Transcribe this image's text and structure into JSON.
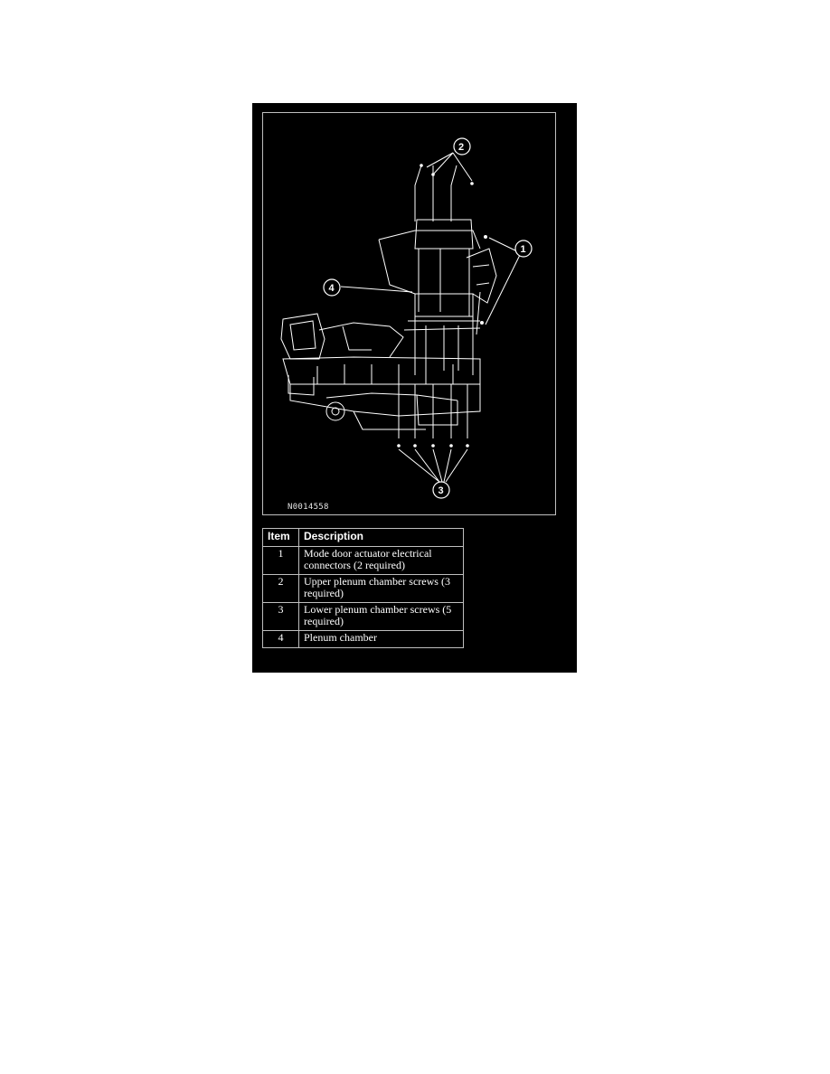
{
  "figure": {
    "id_text": "N0014558",
    "callouts": [
      "1",
      "2",
      "3",
      "4"
    ]
  },
  "legend": {
    "headers": {
      "item": "Item",
      "description": "Description"
    },
    "rows": [
      {
        "item": "1",
        "description": "Mode door actuator electrical connectors (2 required)"
      },
      {
        "item": "2",
        "description": "Upper plenum chamber screws (3 required)"
      },
      {
        "item": "3",
        "description": "Lower plenum chamber screws (5 required)"
      },
      {
        "item": "4",
        "description": "Plenum chamber"
      }
    ]
  },
  "colors": {
    "panel": "#000000",
    "line_art": "#ffffff",
    "border": "#bfbfbf"
  }
}
